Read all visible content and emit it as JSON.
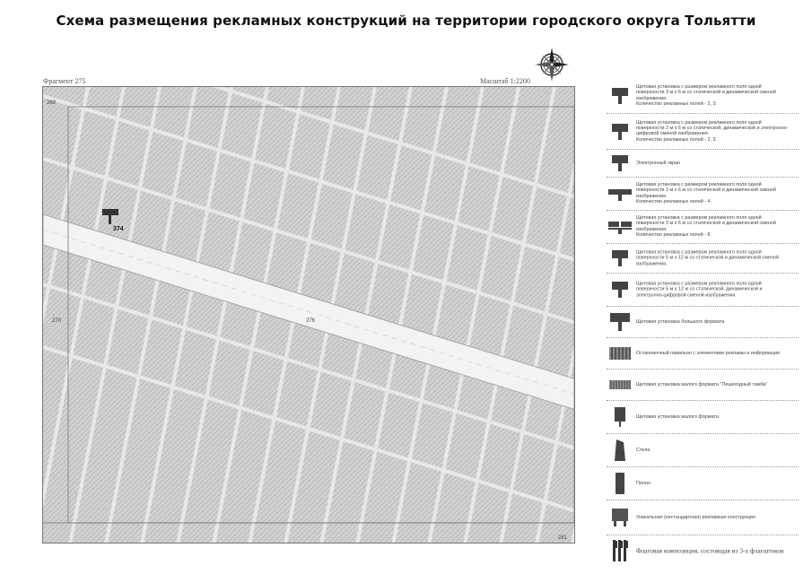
{
  "title": "Схема размещения рекламных конструкций на территории городского округа Тольятти",
  "map": {
    "fragment": "Фрагмент 275",
    "scale": "Масштаб 1:2200",
    "corner_labels": {
      "top_left": "269",
      "left": "270",
      "center": "276",
      "bottom_right": "281"
    },
    "marker_label": "374",
    "colors": {
      "background": "#cfcfcf",
      "road": "#f2f2f2",
      "frame": "#777777",
      "marker": "#333333"
    }
  },
  "legend": {
    "items": [
      {
        "id": "billboard-3x6-static",
        "icon": "billboard-icon",
        "text": "Щитовая установка с размером рекламного поля одной поверхности 3 м х 6 м со статической и динамической сменой изображения.\nКоличество рекламных полей - 2, 3."
      },
      {
        "id": "billboard-3x6-digital",
        "icon": "billboard-icon",
        "text": "Щитовая установка с размером рекламного поля одной поверхности 3 м х 6 м со статической, динамической и электронно-цифровой сменой изображения.\nКоличество рекламных полей - 2, 3."
      },
      {
        "id": "electronic-screen",
        "icon": "billboard-icon",
        "text": "Электронный экран"
      },
      {
        "id": "billboard-3x6-four",
        "icon": "billboard-wide-icon",
        "text": "Щитовая установка с размером рекламного поля одной поверхности 3 м х 6 м со статической и динамической сменой изображения.\nКоличество рекламных полей - 4."
      },
      {
        "id": "billboard-3x6-eight",
        "icon": "billboard-double-icon",
        "text": "Щитовая установка с размером рекламного поля одной поверхности 3 м х 6 м со статической и динамической сменой изображения.\nКоличество рекламных полей - 8."
      },
      {
        "id": "billboard-5x12-static",
        "icon": "billboard-icon",
        "text": "Щитовая установка с размером рекламного поля одной поверхности 5 м х 12 м со статической и динамической сменой изображения."
      },
      {
        "id": "billboard-5x12-digital",
        "icon": "billboard-icon",
        "text": "Щитовая установка с размером рекламного поля одной поверхности 5 м х 12 м со статической, динамической и электронно-цифровой сменой изображения."
      },
      {
        "id": "large-format",
        "icon": "billboard-large-icon",
        "text": "Щитовая установка большого формата"
      },
      {
        "id": "pavilion",
        "icon": "pavilion-icon",
        "text": "Остановочный павильон с элементами рекламы и информации"
      },
      {
        "id": "small-format-pedestrian",
        "icon": "fence-icon",
        "text": "Щитовая установка малого формата \"Пешеходный тамба\""
      },
      {
        "id": "small-format",
        "icon": "small-board-icon",
        "text": "Щитовая установка малого формата"
      },
      {
        "id": "stela",
        "icon": "stela-icon",
        "text": "Стела"
      },
      {
        "id": "pylon",
        "icon": "pylon-icon",
        "text": "Пилон"
      },
      {
        "id": "unique",
        "icon": "unique-icon",
        "text": "Уникальная (нестандартная) рекламная конструкция"
      },
      {
        "id": "flag-composition",
        "icon": "flag-icon",
        "text": "Флаговая композиция, состоящая из 3-х флагштоков"
      }
    ]
  }
}
